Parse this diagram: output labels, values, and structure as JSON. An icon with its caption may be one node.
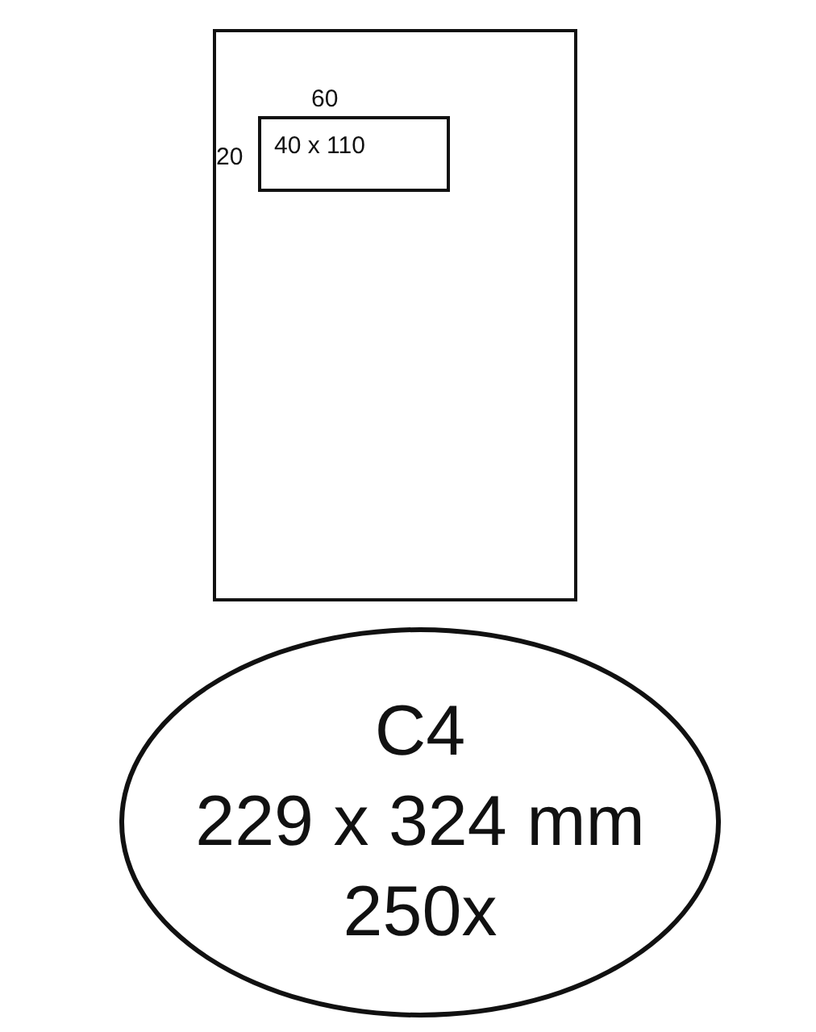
{
  "diagram": {
    "nodes": [
      {
        "text": [],
        "shape": "box"
      },
      {
        "text": [
          "40 x 110"
        ],
        "in": 0
      },
      {
        "text": [
          "C4",
          "229 x 324 mm",
          "250x"
        ]
      }
    ],
    "labels": [
      "60",
      "20"
    ]
  }
}
